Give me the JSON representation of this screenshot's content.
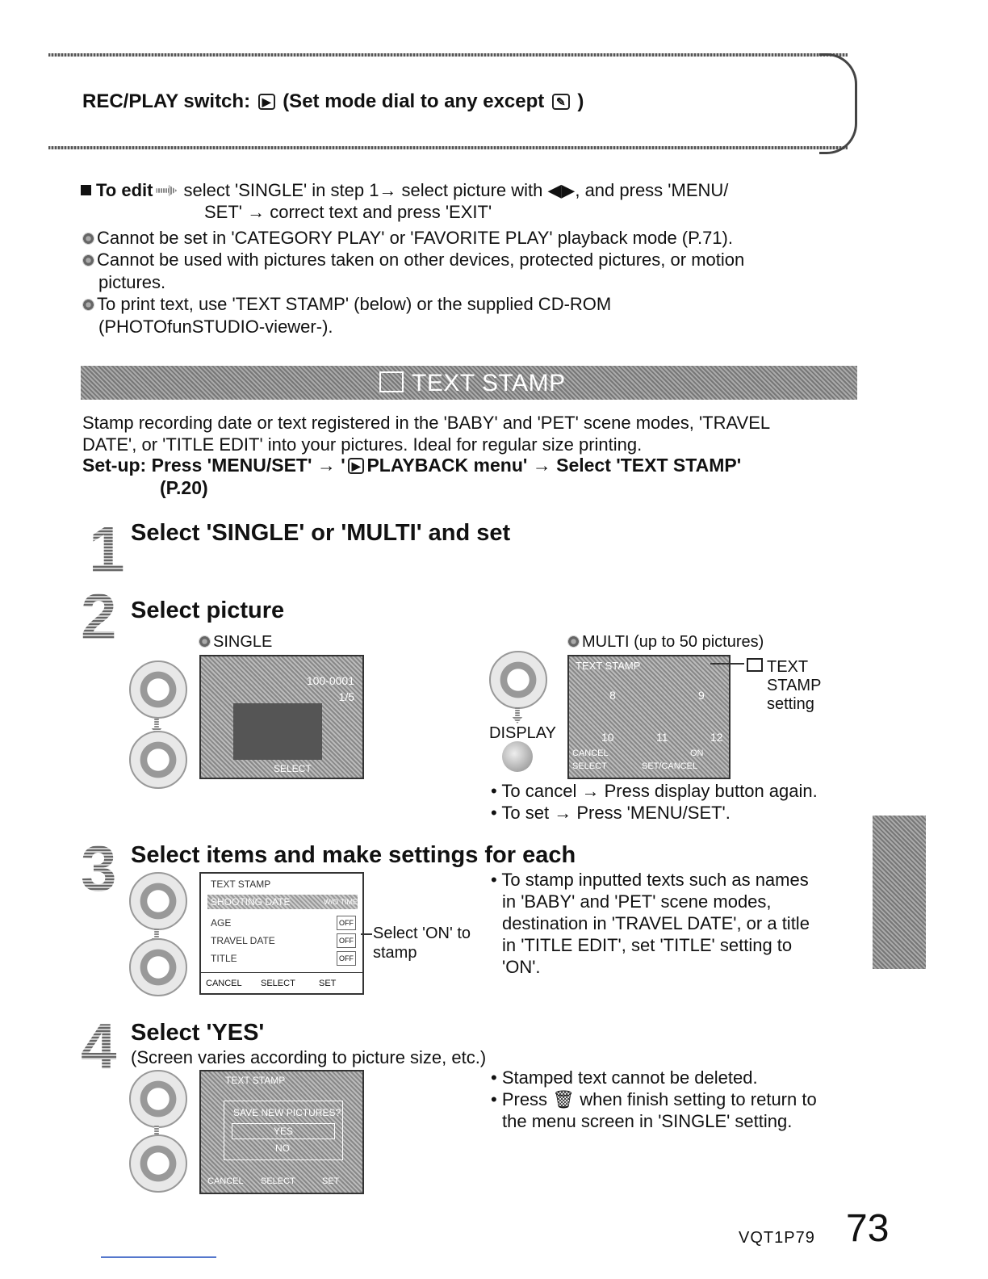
{
  "header": {
    "prefix": "REC/PLAY switch:",
    "play_symbol": "▶",
    "suffix": "(Set mode dial to any except",
    "icon_text": "✎",
    "close": ")"
  },
  "edit": {
    "label": "To edit",
    "line1": "select 'SINGLE' in step 1→ select picture with ◀▶, and press 'MENU/",
    "line2": "SET' → correct text and press 'EXIT'"
  },
  "notes": [
    "Cannot be set in 'CATEGORY PLAY' or 'FAVORITE PLAY' playback mode (P.71).",
    "Cannot be used with pictures taken on other devices, protected pictures, or motion",
    "pictures.",
    "To print text, use 'TEXT STAMP' (below) or the supplied CD-ROM",
    "(PHOTOfunSTUDIO-viewer-)."
  ],
  "banner": {
    "title": "TEXT STAMP"
  },
  "intro": {
    "line1": "Stamp recording date or text registered in the 'BABY' and 'PET' scene modes, 'TRAVEL",
    "line2": "DATE', or 'TITLE EDIT' into your pictures. Ideal for regular size printing."
  },
  "setup": {
    "line1a": "Set-up: Press 'MENU/SET' → '",
    "play_symbol": "▶",
    "line1b": "PLAYBACK menu' → Select 'TEXT STAMP'",
    "line2": "(P.20)"
  },
  "steps": [
    {
      "num": "1",
      "title": "Select 'SINGLE' or 'MULTI' and set"
    },
    {
      "num": "2",
      "title": "Select picture"
    },
    {
      "num": "3",
      "title": "Select items and make settings for each"
    },
    {
      "num": "4",
      "title": "Select 'YES'"
    }
  ],
  "step2": {
    "single_label": "SINGLE",
    "multi_label": "MULTI (up to 50 pictures)",
    "display_label": "DISPLAY",
    "callout_line1": "TEXT",
    "callout_line2": "STAMP",
    "callout_line3": "setting",
    "cancel_bullet": "• To cancel → Press display button again.",
    "set_bullet": "• To set → Press 'MENU/SET'.",
    "screen_single": {
      "counter": "100-0001",
      "frames": "1/5",
      "bottom": "SELECT"
    },
    "screen_multi": {
      "title": "TEXT STAMP",
      "thumbs": [
        "8",
        "9",
        "10",
        "11",
        "12"
      ],
      "bottom_left": "CANCEL",
      "bottom_left2": "SELECT",
      "bottom_right": "ON",
      "bottom_right2": "SET/CANCEL"
    }
  },
  "step3": {
    "menu_title": "TEXT STAMP",
    "rows": [
      "SHOOTING DATE",
      "AGE",
      "TRAVEL DATE",
      "TITLE"
    ],
    "row0_value": "W/O TIME",
    "off": "OFF",
    "bottom": [
      "CANCEL",
      "SELECT",
      "SET"
    ],
    "callout_line1": "Select 'ON' to",
    "callout_line2": "stamp",
    "bullet_lines": [
      "• To stamp inputted texts such as names",
      "in 'BABY' and 'PET' scene modes,",
      "destination in 'TRAVEL DATE', or a title",
      "in 'TITLE EDIT', set 'TITLE' setting to",
      "'ON'."
    ]
  },
  "step4": {
    "subtitle": "(Screen varies according to picture size, etc.)",
    "screen": {
      "title": "TEXT STAMP",
      "question": "SAVE NEW PICTURES?",
      "yes": "YES",
      "no": "NO",
      "bottom": [
        "CANCEL",
        "SELECT",
        "SET"
      ]
    },
    "bullet1": "• Stamped text cannot be deleted.",
    "bullet2": "• Press 🗑 when finish setting to return to",
    "bullet3": "the menu screen in 'SINGLE' setting."
  },
  "footer": {
    "code": "VQT1P79",
    "page": "73"
  }
}
